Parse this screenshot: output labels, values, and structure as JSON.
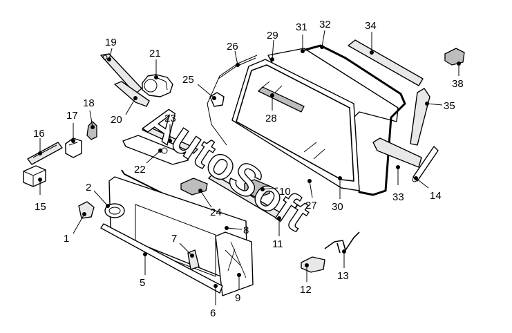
{
  "watermark": "AutoSoft",
  "callouts": [
    "1",
    "2",
    "5",
    "6",
    "7",
    "8",
    "9",
    "10",
    "11",
    "12",
    "13",
    "14",
    "15",
    "16",
    "17",
    "18",
    "19",
    "20",
    "21",
    "22",
    "23",
    "24",
    "25",
    "26",
    "27",
    "28",
    "29",
    "30",
    "31",
    "32",
    "33",
    "34",
    "35",
    "38"
  ]
}
